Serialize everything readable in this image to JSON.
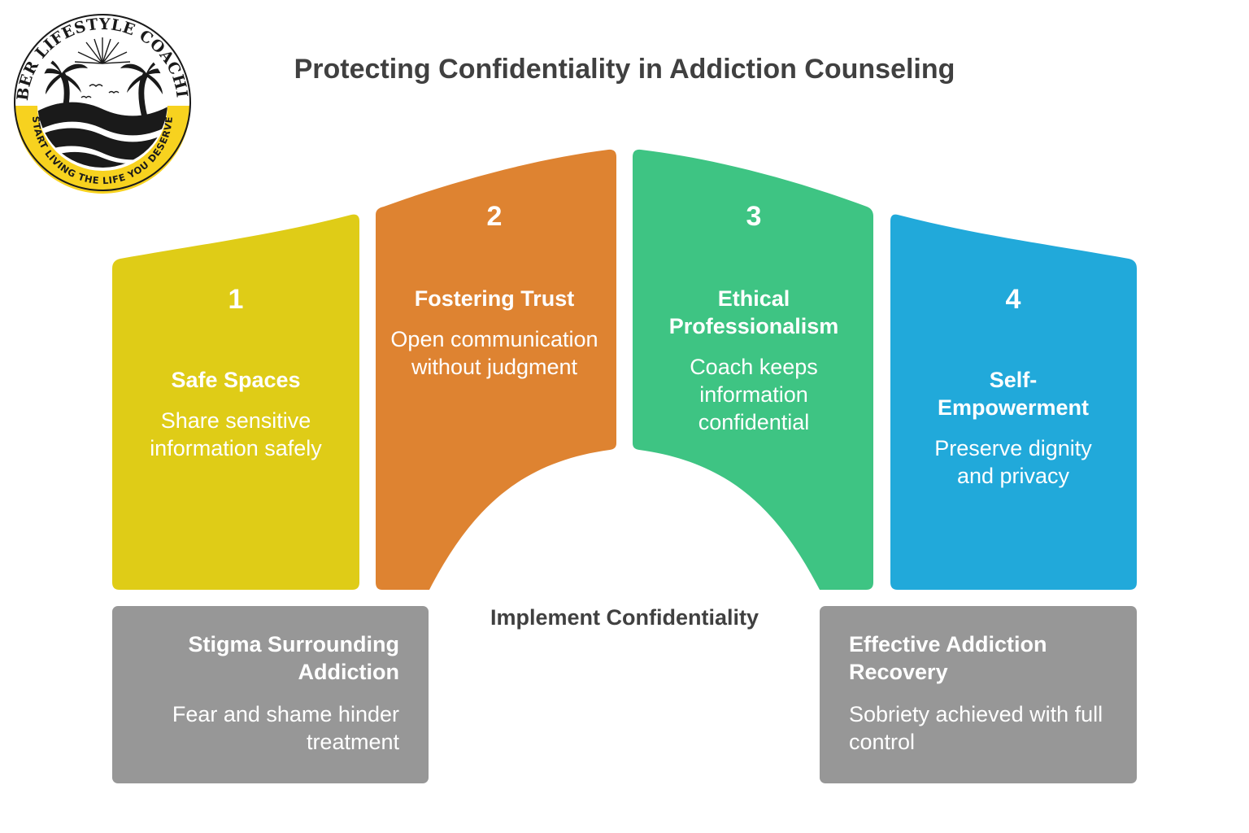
{
  "title": "Protecting Confidentiality in Addiction Counseling",
  "logo": {
    "top_text": "SOBER LIFESTYLE COACHING",
    "bottom_text": "START LIVING THE LIFE YOU DESERVE",
    "accent_color": "#F7D21F",
    "icon": "palm-trees-sun-waves-icon"
  },
  "pillars": [
    {
      "number": "1",
      "heading": "Safe Spaces",
      "description": "Share sensitive information safely",
      "color": "#DFCC17"
    },
    {
      "number": "2",
      "heading": "Fostering Trust",
      "description": "Open communication without judgment",
      "color": "#DE8331"
    },
    {
      "number": "3",
      "heading": "Ethical Professionalism",
      "description": "Coach keeps information confidential",
      "color": "#3EC483"
    },
    {
      "number": "4",
      "heading": "Self-Empowerment",
      "description": "Preserve dignity and privacy",
      "color": "#21A9DA"
    }
  ],
  "center_label": "Implement Confidentiality",
  "start_box": {
    "heading": "Stigma Surrounding Addiction",
    "description": "Fear and shame hinder treatment",
    "color": "#979797"
  },
  "end_box": {
    "heading": "Effective Addiction Recovery",
    "description": "Sobriety achieved with full control",
    "color": "#979797"
  }
}
